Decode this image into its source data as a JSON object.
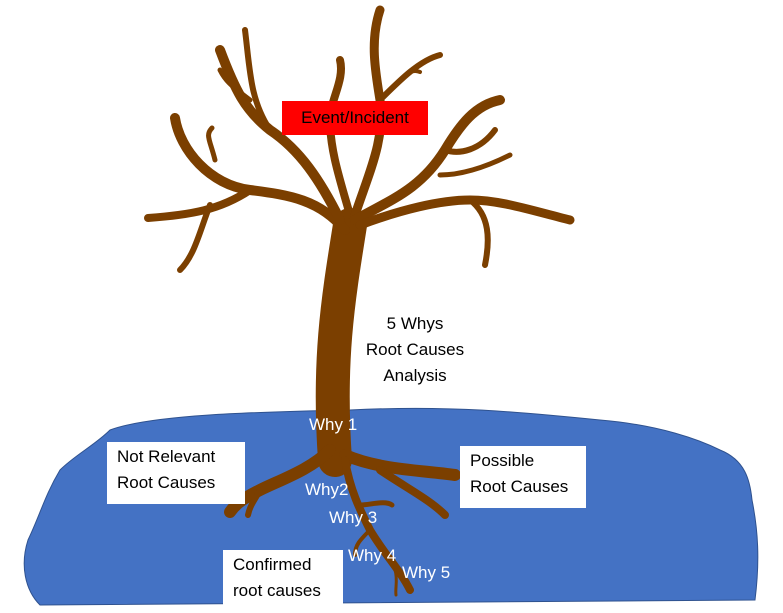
{
  "title": "Event/Incident",
  "center_label": [
    "5 Whys",
    "Root Causes",
    "Analysis"
  ],
  "whys": [
    "Why 1",
    "Why2",
    "Why 3",
    "Why 4",
    "Why 5"
  ],
  "boxes": {
    "not_relevant": [
      "Not Relevant",
      "Root Causes"
    ],
    "possible": [
      "Possible",
      "Root Causes"
    ],
    "confirmed": [
      "Confirmed",
      "root causes"
    ]
  },
  "colors": {
    "ground": "#4472C4",
    "tree": "#7B3F00",
    "event": "#FF0000"
  }
}
